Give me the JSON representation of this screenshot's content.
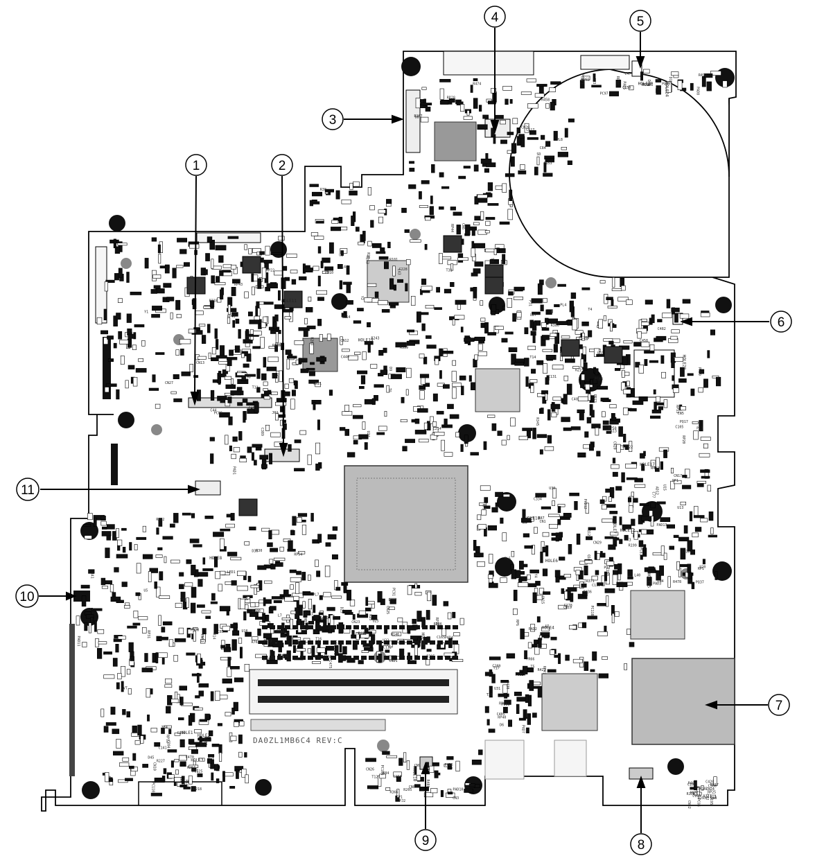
{
  "diagram": {
    "board_revision": "DA0ZL1MB6C4 REV:C",
    "callouts": [
      "1",
      "2",
      "3",
      "4",
      "5",
      "6",
      "7",
      "8",
      "9",
      "10",
      "11"
    ],
    "holes": [
      "HOLE1",
      "HOLE2",
      "HOLE3",
      "HOLE4",
      "HOLE6",
      "HOLE7",
      "HOLE8",
      "HOLE9",
      "HOLE10",
      "HOLE11",
      "HOLE12",
      "HOLE17",
      "HOLE18",
      "HOLE19",
      "HOLE20",
      "HOLE21",
      "HOLE24",
      "HOLE25",
      "HOLE28"
    ],
    "component_labels": [
      "U1",
      "U2",
      "U5",
      "U6",
      "U8",
      "U13",
      "U15",
      "U17",
      "U18",
      "U20",
      "U22",
      "U24",
      "U25",
      "U27",
      "U30",
      "U31",
      "U33",
      "Q10",
      "Q12",
      "Q13",
      "L7",
      "L40",
      "L43",
      "L44",
      "PL3",
      "PL4",
      "PL5",
      "PL7",
      "PL8",
      "PR66",
      "PR59",
      "PR70",
      "PR72",
      "PR73",
      "PC80",
      "PC81",
      "PC83",
      "PC84",
      "PC88",
      "PC91",
      "PC96",
      "PC97",
      "PC100",
      "PC101",
      "PC106",
      "PC108",
      "PC110",
      "PC112",
      "PC113",
      "PC118",
      "PC122",
      "PC124",
      "PC125",
      "PJ1",
      "PJ2",
      "PJ3",
      "JP1",
      "JP2",
      "JP3",
      "SW1",
      "CN1",
      "CN2",
      "CN3",
      "CN4",
      "CN5",
      "CN6",
      "CN8",
      "CN9",
      "CN10",
      "CN11",
      "CN12",
      "CN13",
      "CN14",
      "CN15",
      "CN16",
      "CN17",
      "CN19",
      "CN20",
      "CN21",
      "CN23",
      "CN24",
      "CN25",
      "CN26",
      "CN27",
      "CN28",
      "CN29",
      "CN30",
      "CN31",
      "CN32",
      "CN33",
      "C40",
      "C44",
      "C47",
      "C48",
      "C77",
      "C81",
      "C84",
      "C85",
      "C89",
      "C101",
      "C105",
      "C112",
      "C117",
      "C131",
      "C135",
      "C141",
      "C150",
      "C153",
      "C165",
      "C178",
      "C190",
      "C195",
      "C204",
      "C214",
      "C218",
      "C228",
      "C234",
      "C250",
      "C260",
      "C289",
      "C300",
      "C334",
      "C389",
      "C405",
      "C420",
      "C430",
      "C440",
      "C458",
      "C470",
      "C474",
      "C475",
      "C482",
      "R13",
      "R14",
      "R17",
      "R25",
      "R28",
      "R30",
      "R38",
      "R40",
      "R41",
      "R76",
      "R84",
      "R87",
      "R101",
      "R109",
      "R127",
      "R135",
      "R136",
      "R142",
      "R146",
      "R148",
      "R150",
      "R156",
      "R187",
      "R199",
      "R205",
      "R219",
      "R227",
      "R243",
      "R263",
      "R267",
      "R283",
      "R293",
      "R300",
      "R318",
      "R339",
      "R345",
      "R366",
      "R371",
      "R380",
      "R395",
      "R402",
      "R412",
      "R421",
      "R436",
      "R458",
      "R470",
      "R474",
      "R478",
      "R482",
      "R486",
      "R490",
      "RP1",
      "RP6",
      "RP9",
      "RP12",
      "RP17",
      "RP20",
      "RP22",
      "RP25",
      "RP28",
      "RP31",
      "RP36",
      "RP38",
      "RP40",
      "RP43",
      "RP44",
      "RP46",
      "RP47",
      "RP48",
      "RP49",
      "RP50",
      "RP53",
      "RP54",
      "RP60",
      "RP61",
      "RP65",
      "D6",
      "D9",
      "D12",
      "D25",
      "D35",
      "D36",
      "D45",
      "Y1",
      "Y2",
      "Y3",
      "Y4",
      "T2",
      "T3",
      "T4",
      "T5",
      "T6",
      "T11",
      "T12",
      "T13",
      "T14",
      "T16",
      "T17",
      "T31",
      "T34",
      "T35",
      "PAD1",
      "PAD2",
      "PAD3",
      "PAD4",
      "PAD5",
      "PAD6",
      "PAD7",
      "PAD8",
      "PAD9",
      "PAD10",
      "PAD11",
      "PAD12",
      "PAD13",
      "CHB",
      "LVT",
      "SD",
      "AD12",
      "LED1",
      "PF1",
      "PQ17",
      "PQ37",
      "PU3",
      "PU10"
    ]
  }
}
